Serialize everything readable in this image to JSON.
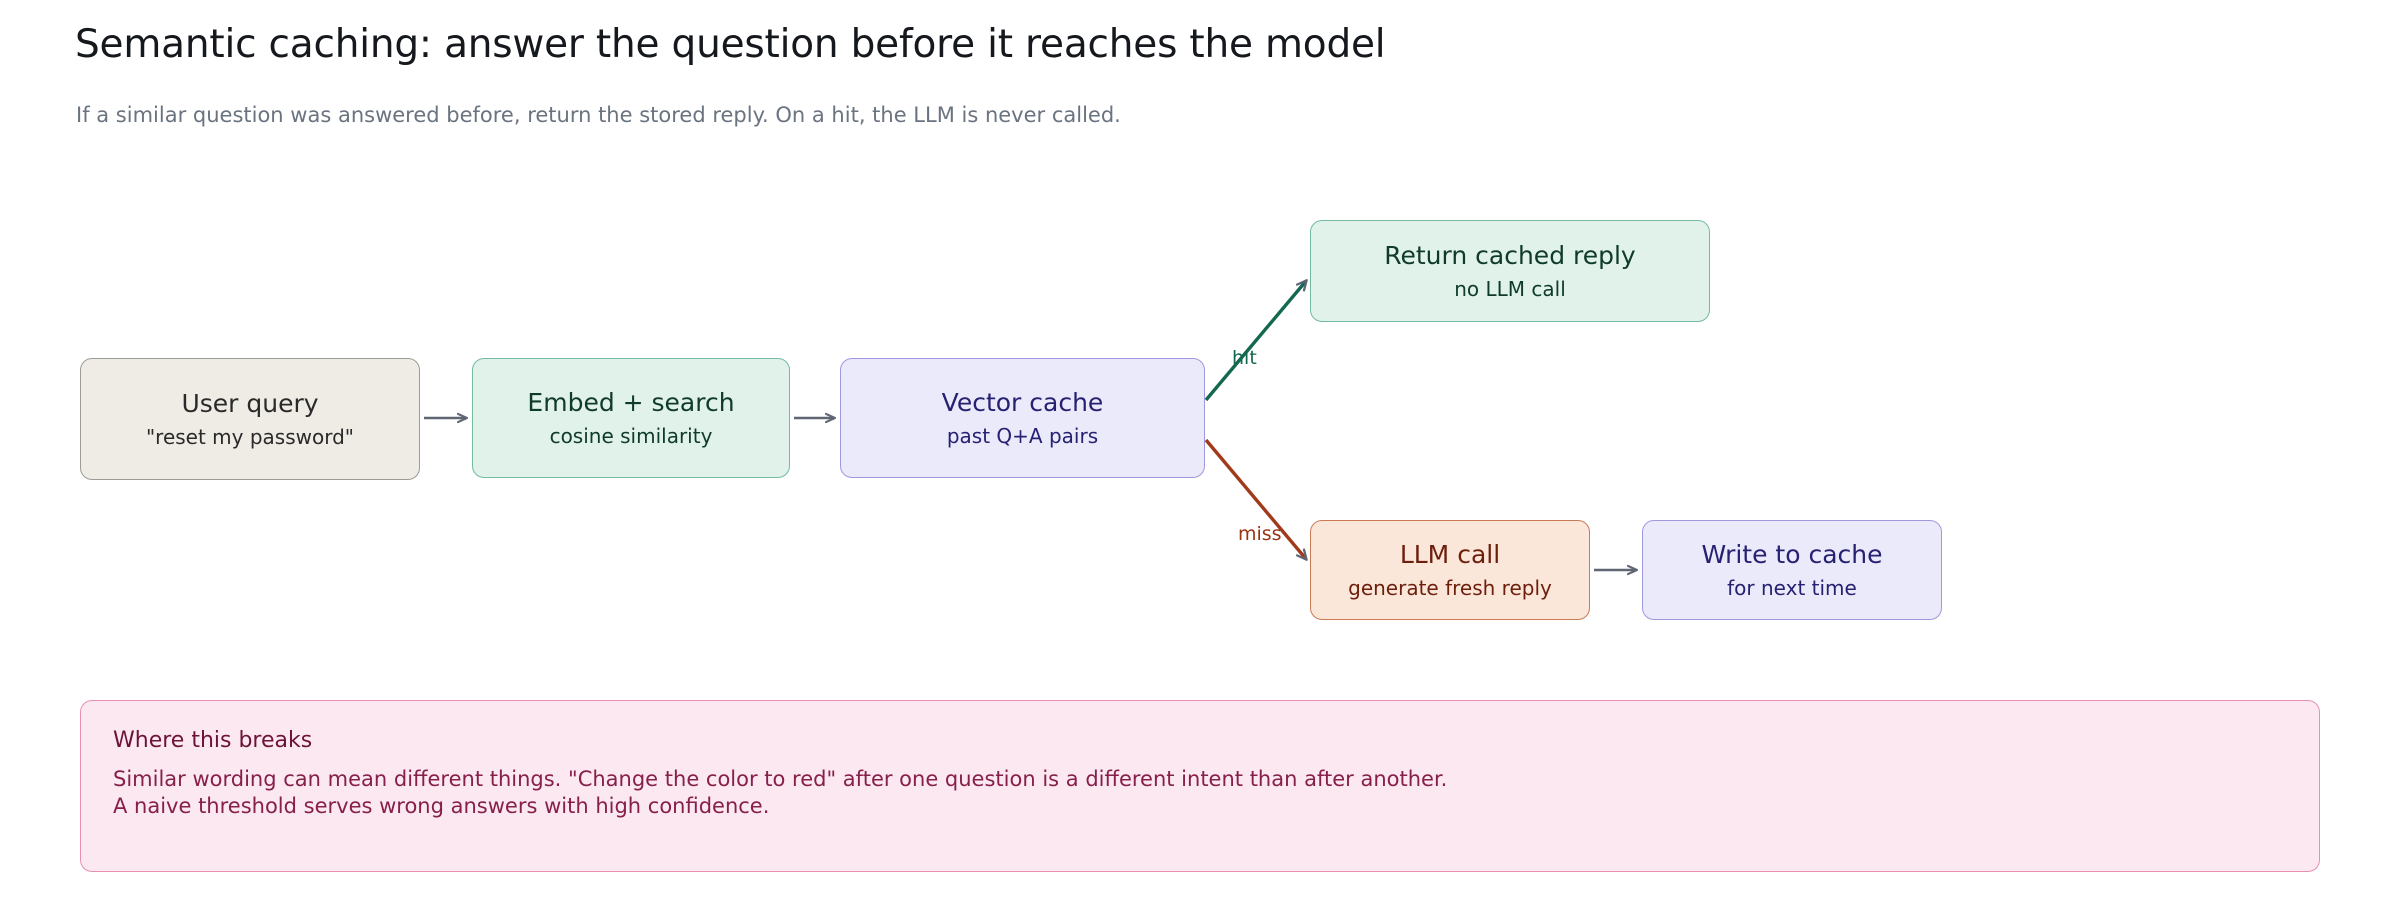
{
  "header": {
    "title": "Semantic caching: answer the question before it reaches the model",
    "subtitle": "If a similar question was answered before, return the stored reply. On a hit, the LLM is never called."
  },
  "diagram": {
    "nodes": [
      {
        "id": "user-query",
        "title": "User query",
        "sub": "\"reset my password\""
      },
      {
        "id": "embed-search",
        "title": "Embed + search",
        "sub": "cosine similarity"
      },
      {
        "id": "vector-cache",
        "title": "Vector cache",
        "sub": "past Q+A pairs"
      },
      {
        "id": "return-cached-reply",
        "title": "Return cached reply",
        "sub": "no LLM call"
      },
      {
        "id": "llm-call",
        "title": "LLM call",
        "sub": "generate fresh reply"
      },
      {
        "id": "write-to-cache",
        "title": "Write to cache",
        "sub": "for next time"
      }
    ],
    "edges": [
      {
        "id": "query-to-embed",
        "label": ""
      },
      {
        "id": "embed-to-vector",
        "label": ""
      },
      {
        "id": "vector-to-cached",
        "label": "hit"
      },
      {
        "id": "vector-to-llm",
        "label": "miss"
      },
      {
        "id": "llm-to-write",
        "label": ""
      }
    ],
    "colors": {
      "connector_gray": "#5f6674",
      "hit_green": "#13684f",
      "miss_red": "#a03a1a",
      "query_fill": "#efece5",
      "green_fill": "#e0f2ea",
      "purple_fill": "#ebeafb",
      "peach_fill": "#fbe6da"
    }
  },
  "callout": {
    "title": "Where this breaks",
    "lines": [
      "Similar wording can mean different things. \"Change the color to red\" after one question is a different intent than after another.",
      "A naive threshold serves wrong answers with high confidence."
    ],
    "accent": "#e88fb4"
  }
}
